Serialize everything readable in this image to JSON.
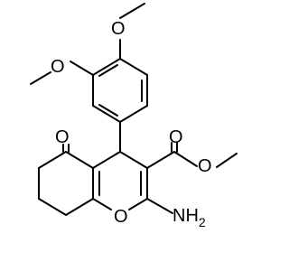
{
  "molecule": {
    "atoms": {
      "o_methoxy_top": "O",
      "o_methoxy_left": "O",
      "o_ketone": "O",
      "o_ester_carbonyl": "O",
      "o_ester_ether": "O",
      "o_ring": "O",
      "amine": "NH",
      "amine_subscript": "2"
    },
    "colors": {
      "bond": "#000000",
      "text": "#000000",
      "background": "#ffffff"
    }
  }
}
